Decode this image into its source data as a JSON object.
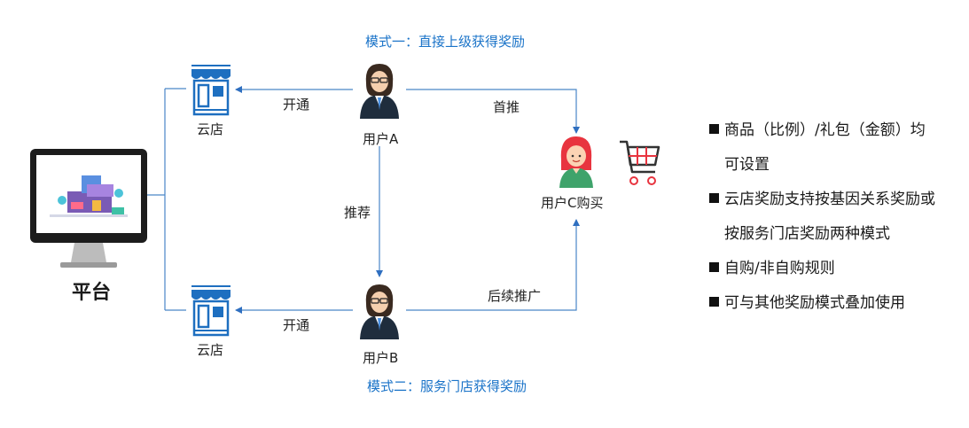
{
  "diagram": {
    "mode_one": "模式一：直接上级获得奖励",
    "mode_two": "模式二：服务门店获得奖励",
    "platform_label": "平台",
    "store_top_label": "云店",
    "store_bottom_label": "云店",
    "user_a_label": "用户A",
    "user_b_label": "用户B",
    "user_c_label": "用户C购买",
    "edge_open_top": "开通",
    "edge_open_bottom": "开通",
    "edge_recommend": "推荐",
    "edge_first_push": "首推",
    "edge_follow_up": "后续推广",
    "icons": [
      "monitor-icon",
      "store-icon",
      "businesswoman-icon",
      "customer-icon",
      "shopping-cart-icon"
    ],
    "colors": {
      "accent": "#1a73c8",
      "line": "#4a86c8",
      "store": "#1e6fc0",
      "customer": "#e8343f"
    }
  },
  "bullets": [
    {
      "line1": "商品（比例）/礼包（金额）均",
      "line2": "可设置"
    },
    {
      "line1": "云店奖励支持按基因关系奖励或",
      "line2": "按服务门店奖励两种模式"
    },
    {
      "line1": "自购/非自购规则",
      "line2": ""
    },
    {
      "line1": "可与其他奖励模式叠加使用",
      "line2": ""
    }
  ]
}
